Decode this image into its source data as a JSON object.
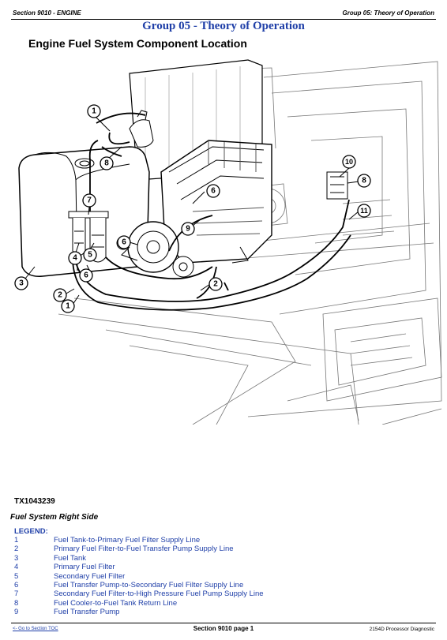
{
  "header": {
    "left": "Section 9010 - ENGINE",
    "right": "Group 05: Theory of Operation"
  },
  "group_title": "Group 05 - Theory of Operation",
  "section_title": "Engine Fuel System Component Location",
  "figure": {
    "callouts": [
      "1",
      "8",
      "7",
      "6",
      "9",
      "10",
      "8",
      "11",
      "4",
      "5",
      "6",
      "3",
      "6",
      "2",
      "2",
      "1"
    ]
  },
  "figure_id": "TX1043239",
  "caption": "Fuel System Right Side",
  "legend": {
    "heading": "LEGEND:",
    "items": [
      {
        "num": "1",
        "text": "Fuel Tank-to-Primary Fuel Filter Supply Line"
      },
      {
        "num": "2",
        "text": "Primary Fuel Filter-to-Fuel Transfer Pump Supply Line"
      },
      {
        "num": "3",
        "text": "Fuel Tank"
      },
      {
        "num": "4",
        "text": "Primary Fuel Filter"
      },
      {
        "num": "5",
        "text": "Secondary Fuel Filter"
      },
      {
        "num": "6",
        "text": "Fuel Transfer Pump-to-Secondary Fuel Filter Supply Line"
      },
      {
        "num": "7",
        "text": "Secondary Fuel Filter-to-High Pressure Fuel Pump Supply Line"
      },
      {
        "num": "8",
        "text": "Fuel Cooler-to-Fuel Tank Return Line"
      },
      {
        "num": "9",
        "text": "Fuel Transfer Pump"
      }
    ]
  },
  "footer": {
    "left": "<- Go to Section TOC",
    "center": "Section 9010 page 1",
    "right": "2154D Processor Diagnostic"
  }
}
